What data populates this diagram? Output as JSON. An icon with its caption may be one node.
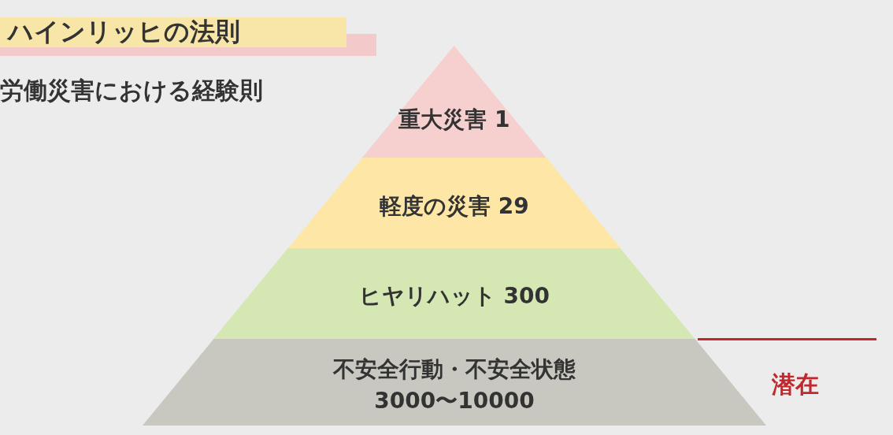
{
  "diagram": {
    "title": "ハインリッヒの法則",
    "nodes": [
      {
        "text": [
          "重大災害 1"
        ]
      },
      {
        "text": [
          "軽度の災害 29"
        ]
      },
      {
        "text": [
          "ヒヤリハット 300"
        ]
      },
      {
        "text": [
          "不安全行動・不安全状態",
          "3000〜10000"
        ]
      }
    ],
    "labels": [
      "労働災害における経験則",
      "潜在"
    ]
  }
}
